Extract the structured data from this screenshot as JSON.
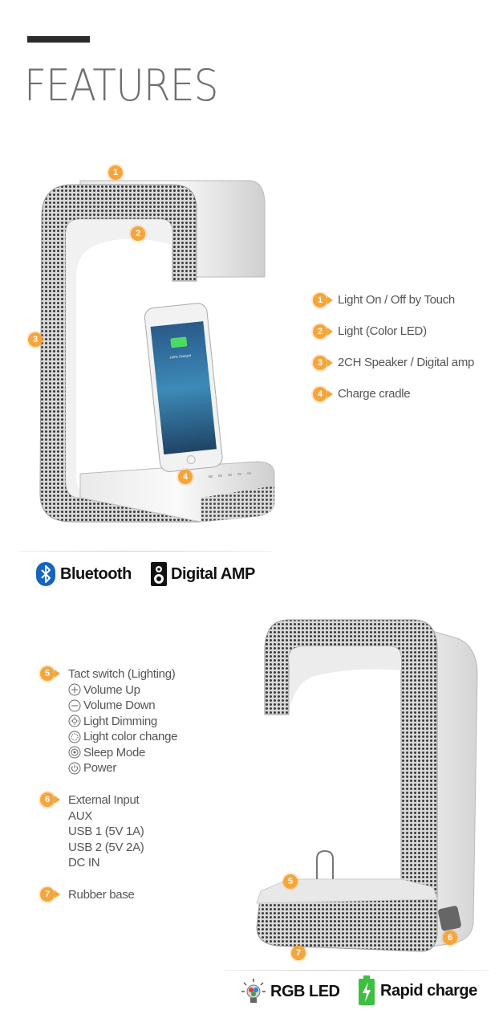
{
  "header": {
    "title": "FEATURES"
  },
  "features": [
    {
      "num": "1",
      "label": "Light On / Off by Touch"
    },
    {
      "num": "2",
      "label": "Light (Color LED)"
    },
    {
      "num": "3",
      "label": "2CH Speaker / Digital amp"
    },
    {
      "num": "4",
      "label": "Charge cradle"
    }
  ],
  "product_top": {
    "callouts": [
      "1",
      "2",
      "3",
      "4"
    ],
    "phone_screen_text": "100% Charged"
  },
  "badges_top": {
    "bluetooth": "Bluetooth",
    "amp": "Digital AMP"
  },
  "details": {
    "tact": {
      "num": "5",
      "title": "Tact switch (Lighting)",
      "items": [
        {
          "icon": "plus-circle-icon",
          "label": "Volume Up"
        },
        {
          "icon": "minus-circle-icon",
          "label": "Volume Down"
        },
        {
          "icon": "sun-icon",
          "label": "Light Dimming"
        },
        {
          "icon": "color-wheel-icon",
          "label": "Light color change"
        },
        {
          "icon": "sleep-icon",
          "label": "Sleep Mode"
        },
        {
          "icon": "power-icon",
          "label": "Power"
        }
      ]
    },
    "external": {
      "num": "6",
      "title": "External Input",
      "items": [
        "AUX",
        "USB 1 (5V 1A)",
        "USB 2 (5V 2A)",
        "DC IN"
      ]
    },
    "rubber": {
      "num": "7",
      "title": "Rubber base"
    }
  },
  "product_bottom": {
    "callouts": [
      "5",
      "6",
      "7"
    ]
  },
  "badges_bottom": {
    "rgb": "RGB LED",
    "rapid": "Rapid charge"
  },
  "colors": {
    "accent": "#f6a53a",
    "bluetooth": "#1565c0",
    "battery": "#3fbf3f"
  }
}
